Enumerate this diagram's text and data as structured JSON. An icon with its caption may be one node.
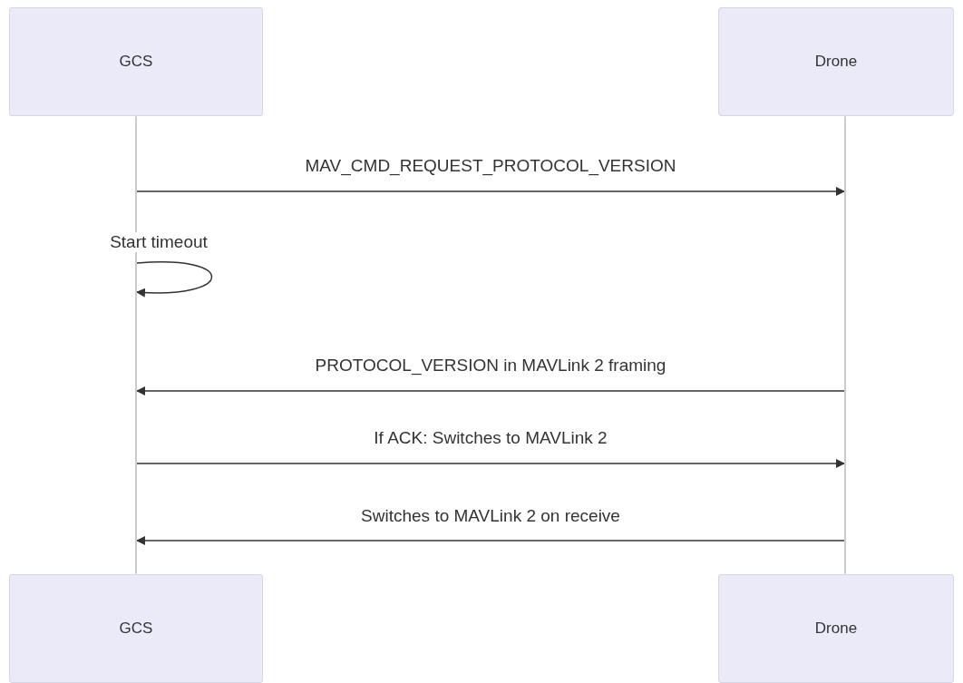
{
  "diagram": {
    "nodes": [
      {
        "text": [
          "GCS"
        ]
      },
      {
        "text": [
          "Drone"
        ]
      },
      {
        "text": [],
        "shape": "bar"
      },
      {
        "text": [],
        "shape": "bar"
      },
      {
        "text": [
          "GCS"
        ]
      },
      {
        "text": [
          "Drone"
        ]
      }
    ],
    "edges": [
      {
        "from": 2,
        "to": 3,
        "arrow": "to",
        "label": "MAV_CMD_REQUEST_PROTOCOL_VERSION"
      },
      {
        "from": 2,
        "to": 2,
        "arrow": "to",
        "label": "Start timeout"
      },
      {
        "from": 3,
        "to": 2,
        "arrow": "to",
        "label": "PROTOCOL_VERSION in MAVLink 2 framing"
      },
      {
        "from": 2,
        "to": 3,
        "arrow": "to",
        "label": "If ACK: Switches to MAVLink 2"
      },
      {
        "from": 3,
        "to": 2,
        "arrow": "to",
        "label": "Switches to MAVLink 2 on receive"
      }
    ]
  }
}
